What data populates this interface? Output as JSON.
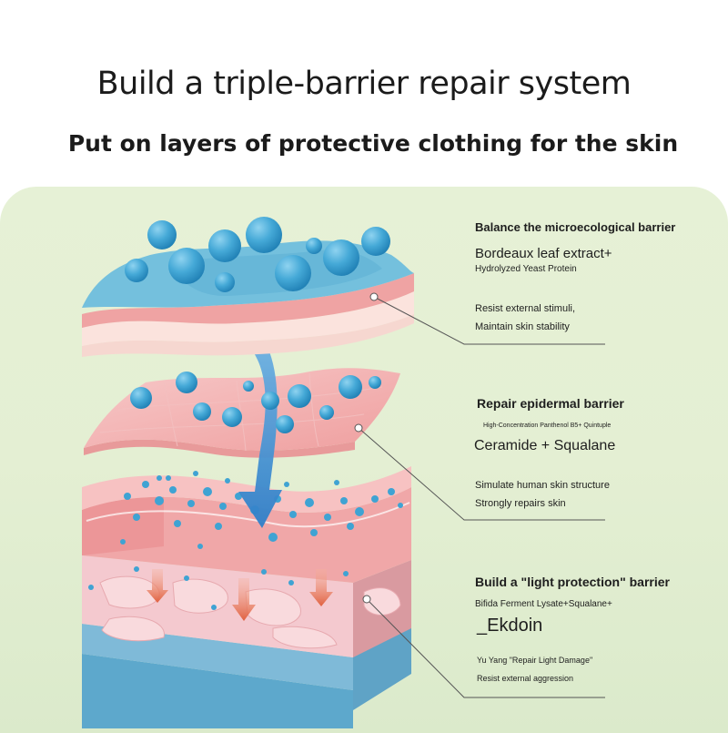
{
  "header": {
    "title": "Build a triple-barrier repair system",
    "subtitle": "Put on layers of protective clothing for the skin"
  },
  "barriers": [
    {
      "heading": "Balance the microecological barrier",
      "ingredient": "Bordeaux leaf extract+",
      "ingredient_sub": "Hydrolyzed Yeast Protein",
      "desc_line1": "Resist external stimuli,",
      "desc_line2": "Maintain skin stability"
    },
    {
      "heading": "Repair epidermal barrier",
      "ingredient_sub": "High-Concentration Panthenol B5+ Quintuple",
      "ingredient": "Ceramide + Squalane",
      "desc_line1": "Simulate human skin structure",
      "desc_line2": "Strongly repairs skin"
    },
    {
      "heading": "Build a \"light protection\" barrier",
      "ingredient_sub": "Bifida Ferment Lysate+Squalane+",
      "ingredient": "_Ekdoin",
      "desc_line1": "Yu Yang \"Repair Light Damage\"",
      "desc_line2": "Resist external aggression"
    }
  ],
  "colors": {
    "panel_green": "#e4efd3",
    "skin_pink": "#f1b5b5",
    "bubble_blue": "#3fa8d6",
    "arrow_blue": "#3d8fd0",
    "arrow_orange": "#e36d4f",
    "deep_layer_blue": "#7eb7d6"
  }
}
